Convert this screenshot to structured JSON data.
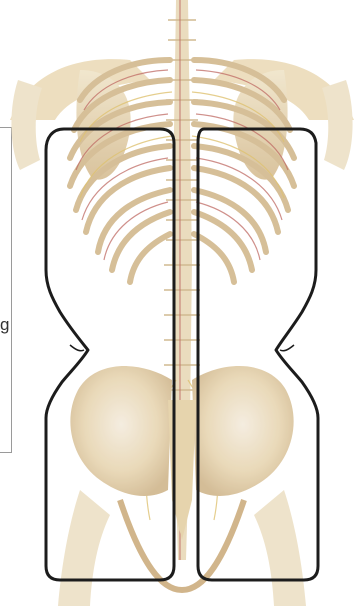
{
  "figure": {
    "title": "",
    "side_panel_text": "g",
    "colors": {
      "bone_light": "#efe4c7",
      "bone_mid": "#e3cfa4",
      "bone_dark": "#b99a6a",
      "vessel_red": "#b5524a",
      "nerve_yellow": "#d9b85a",
      "outline": "#1c1c1c",
      "panel_border": "#9a9a9a"
    },
    "regions": [
      {
        "side": "left",
        "outline": "black-rounded-hourglass"
      },
      {
        "side": "right",
        "outline": "black-rounded-hourglass"
      }
    ]
  }
}
